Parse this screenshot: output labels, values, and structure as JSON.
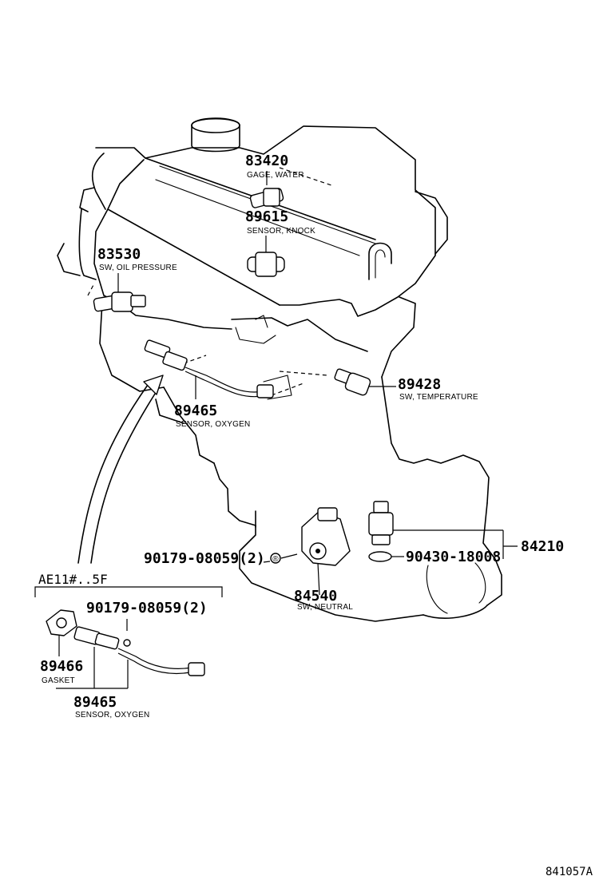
{
  "diagram_ref": "841057A",
  "parts": [
    {
      "id": "p83420",
      "number": "83420",
      "desc": "GAGE, WATER"
    },
    {
      "id": "p89615",
      "number": "89615",
      "desc": "SENSOR, KNOCK"
    },
    {
      "id": "p83530",
      "number": "83530",
      "desc": "SW, OIL PRESSURE"
    },
    {
      "id": "p89465a",
      "number": "89465",
      "desc": "SENSOR, OXYGEN"
    },
    {
      "id": "p89428",
      "number": "89428",
      "desc": "SW, TEMPERATURE"
    },
    {
      "id": "p84210",
      "number": "84210",
      "desc": ""
    },
    {
      "id": "p90430",
      "number": "90430-18008",
      "desc": ""
    },
    {
      "id": "p90179a",
      "number": "90179-08059(2)",
      "desc": ""
    },
    {
      "id": "p84540",
      "number": "84540",
      "desc": "SW, NEUTRAL"
    },
    {
      "id": "p90179b",
      "number": "90179-08059(2)",
      "desc": ""
    },
    {
      "id": "p89466",
      "number": "89466",
      "desc": "GASKET"
    },
    {
      "id": "p89465b",
      "number": "89465",
      "desc": "SENSOR, OXYGEN"
    }
  ],
  "inset_label": "AE11#..5F",
  "marker_symbol": "®"
}
